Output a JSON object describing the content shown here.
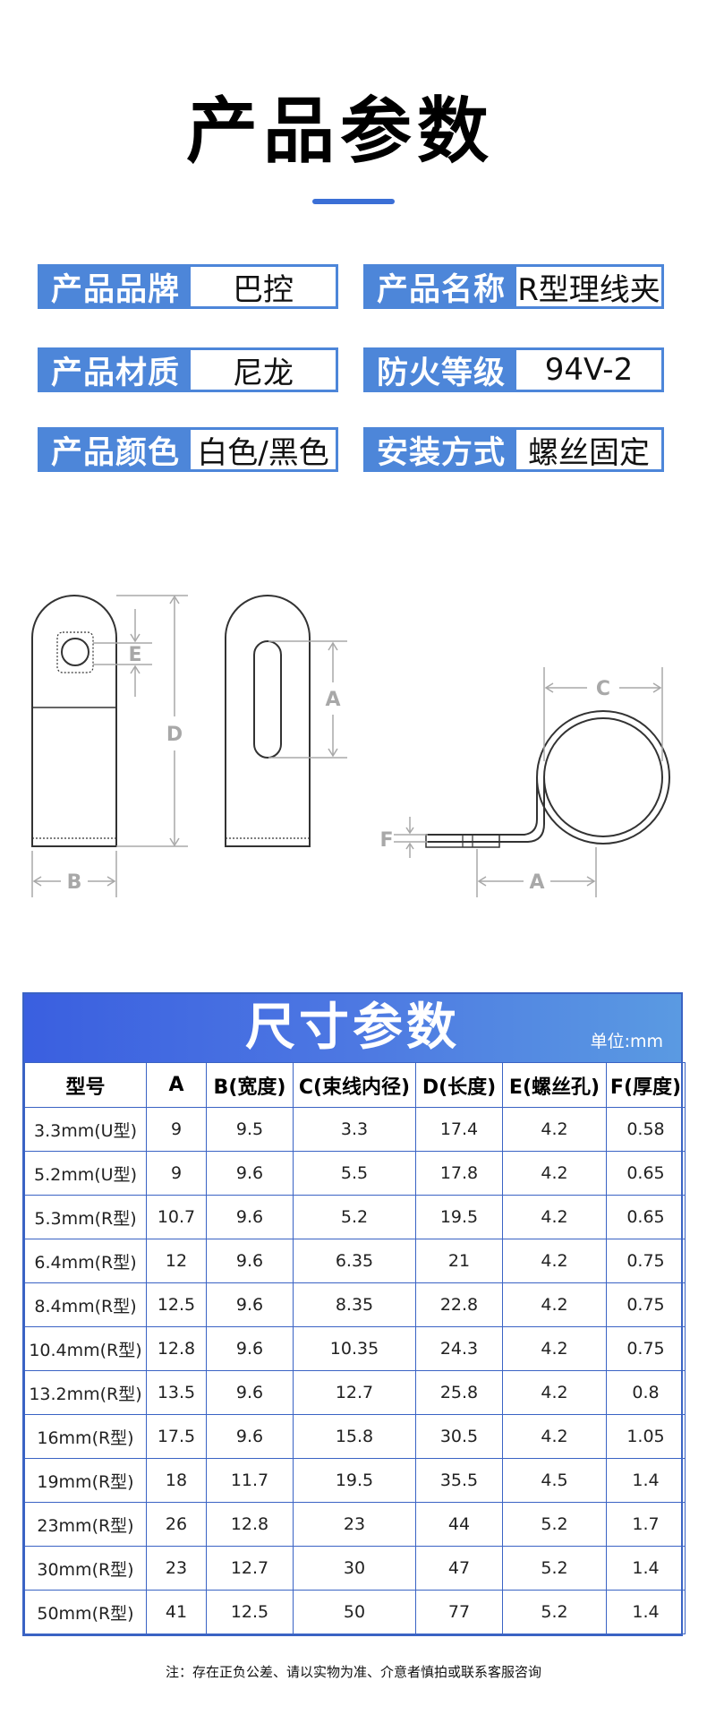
{
  "header": {
    "title": "产品参数"
  },
  "specs": [
    {
      "label": "产品品牌",
      "value": "巴控"
    },
    {
      "label": "产品名称",
      "value": "R型理线夹"
    },
    {
      "label": "产品材质",
      "value": "尼龙"
    },
    {
      "label": "防火等级",
      "value": "94V-2"
    },
    {
      "label": "产品颜色",
      "value": "白色/黑色"
    },
    {
      "label": "安装方式",
      "value": "螺丝固定"
    }
  ],
  "diagram": {
    "labels": {
      "a": "A",
      "b": "B",
      "c": "C",
      "d": "D",
      "e": "E",
      "f": "F"
    },
    "line_color": "#333333",
    "dim_color": "#a8a8a8"
  },
  "table": {
    "title": "尺寸参数",
    "unit": "单位:mm",
    "headers": [
      "型号",
      "A",
      "B(宽度)",
      "C(束线内径)",
      "D(长度)",
      "E(螺丝孔)",
      "F(厚度)"
    ],
    "rows": [
      [
        "3.3mm(U型)",
        "9",
        "9.5",
        "3.3",
        "17.4",
        "4.2",
        "0.58"
      ],
      [
        "5.2mm(U型)",
        "9",
        "9.6",
        "5.5",
        "17.8",
        "4.2",
        "0.65"
      ],
      [
        "5.3mm(R型)",
        "10.7",
        "9.6",
        "5.2",
        "19.5",
        "4.2",
        "0.65"
      ],
      [
        "6.4mm(R型)",
        "12",
        "9.6",
        "6.35",
        "21",
        "4.2",
        "0.75"
      ],
      [
        "8.4mm(R型)",
        "12.5",
        "9.6",
        "8.35",
        "22.8",
        "4.2",
        "0.75"
      ],
      [
        "10.4mm(R型)",
        "12.8",
        "9.6",
        "10.35",
        "24.3",
        "4.2",
        "0.75"
      ],
      [
        "13.2mm(R型)",
        "13.5",
        "9.6",
        "12.7",
        "25.8",
        "4.2",
        "0.8"
      ],
      [
        "16mm(R型)",
        "17.5",
        "9.6",
        "15.8",
        "30.5",
        "4.2",
        "1.05"
      ],
      [
        "19mm(R型)",
        "18",
        "11.7",
        "19.5",
        "35.5",
        "4.5",
        "1.4"
      ],
      [
        "23mm(R型)",
        "26",
        "12.8",
        "23",
        "44",
        "5.2",
        "1.7"
      ],
      [
        "30mm(R型)",
        "23",
        "12.7",
        "30",
        "47",
        "5.2",
        "1.4"
      ],
      [
        "50mm(R型)",
        "41",
        "12.5",
        "50",
        "77",
        "5.2",
        "1.4"
      ]
    ]
  },
  "footer": {
    "note": "注：存在正负公差、请以实物为准、介意者慎拍或联系客服咨询"
  },
  "colors": {
    "accent": "#4d86d9",
    "table_border": "#3a63c4",
    "title_bar": "#3b6fd6"
  }
}
